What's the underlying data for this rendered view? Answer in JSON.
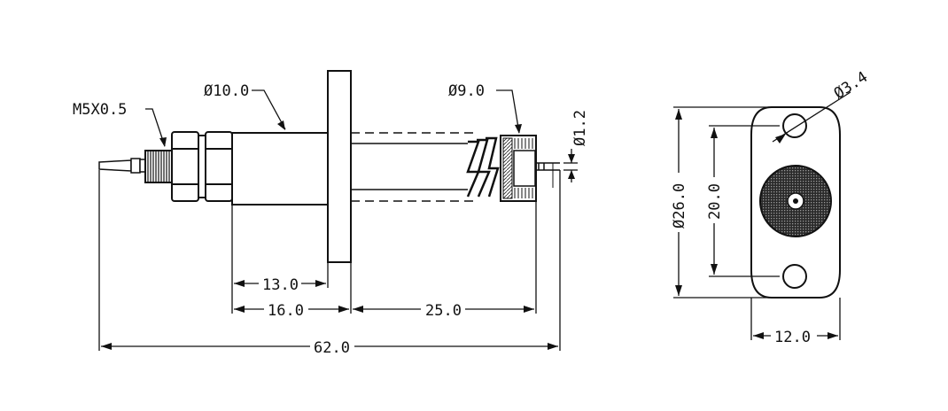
{
  "labels": {
    "thread": "M5X0.5",
    "body_dia": "Ø10.0",
    "cap_dia": "Ø9.0",
    "pin_dia": "Ø1.2",
    "hole_dia": "Ø3.4",
    "dim_13": "13.0",
    "dim_16": "16.0",
    "dim_25": "25.0",
    "dim_62": "62.0",
    "flange_height": "Ø26.0",
    "hole_spacing": "20.0",
    "flange_width": "12.0"
  }
}
